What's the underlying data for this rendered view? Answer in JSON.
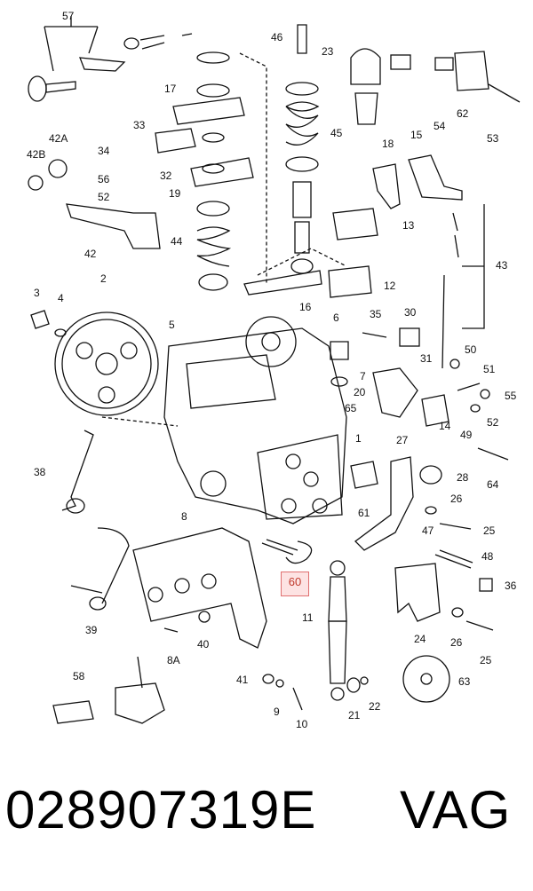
{
  "diagram": {
    "labels": [
      "57",
      "46",
      "23",
      "62",
      "17",
      "33",
      "34",
      "32",
      "42A",
      "42B",
      "56",
      "52",
      "19",
      "45",
      "18",
      "15",
      "54",
      "53",
      "13",
      "44",
      "43",
      "42",
      "12",
      "16",
      "3",
      "4",
      "2",
      "5",
      "6",
      "35",
      "30",
      "31",
      "50",
      "51",
      "55",
      "7",
      "20",
      "65",
      "52",
      "49",
      "14",
      "1",
      "64",
      "27",
      "38",
      "28",
      "26",
      "25",
      "47",
      "48",
      "36",
      "8",
      "60",
      "61",
      "39",
      "40",
      "8A",
      "11",
      "24",
      "26",
      "25",
      "58",
      "41",
      "9",
      "10",
      "21",
      "22",
      "63"
    ],
    "highlighted_label": "60"
  },
  "footer": {
    "part_number": "028907319E",
    "make": "VAG"
  }
}
